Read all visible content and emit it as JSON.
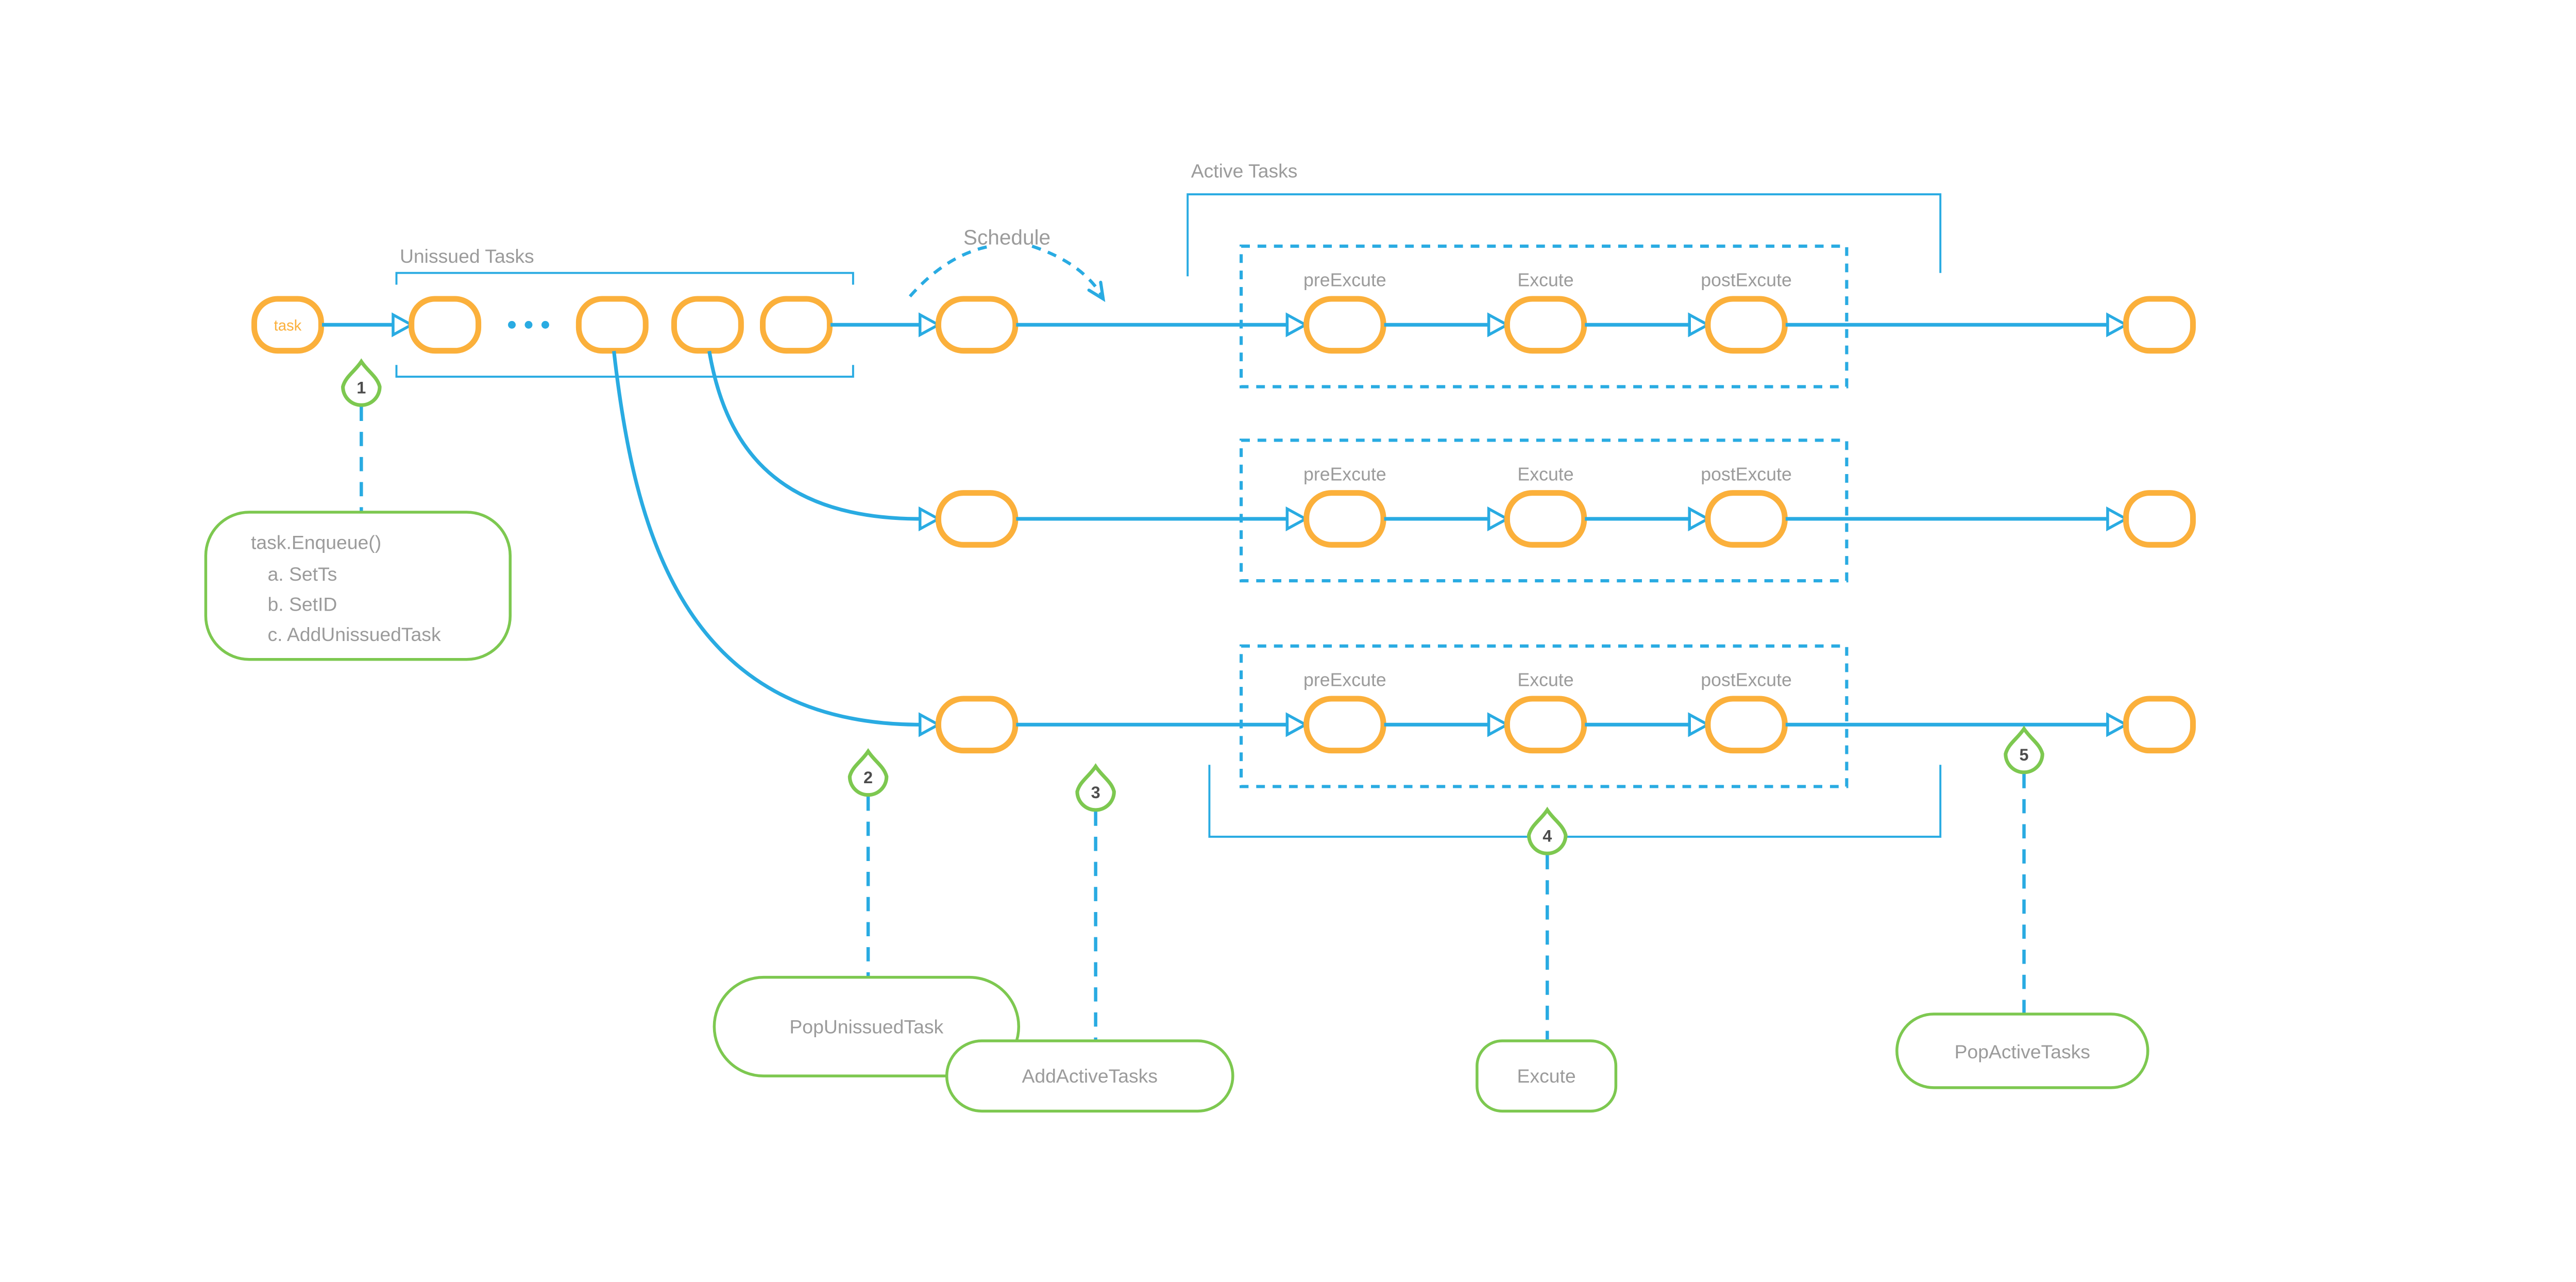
{
  "colors": {
    "accent_blue": "#29ABE2",
    "node_orange": "#FBB03B",
    "step_green": "#7DC850",
    "label_gray": "#9B9B9B",
    "number_dark": "#4D4D4D"
  },
  "labels": {
    "unissued_tasks": "Unissued Tasks",
    "schedule": "Schedule",
    "active_tasks": "Active Tasks",
    "task_node": "task"
  },
  "pipeline": {
    "stages": [
      "preExcute",
      "Excute",
      "postExcute"
    ]
  },
  "steps": [
    {
      "number": "1",
      "lines": [
        "task.Enqueue()",
        "a. SetTs",
        "b. SetID",
        "c. AddUnissuedTask"
      ]
    },
    {
      "number": "2",
      "label": "PopUnissuedTask"
    },
    {
      "number": "3",
      "label": "AddActiveTasks"
    },
    {
      "number": "4",
      "label": "Excute"
    },
    {
      "number": "5",
      "label": "PopActiveTasks"
    }
  ]
}
